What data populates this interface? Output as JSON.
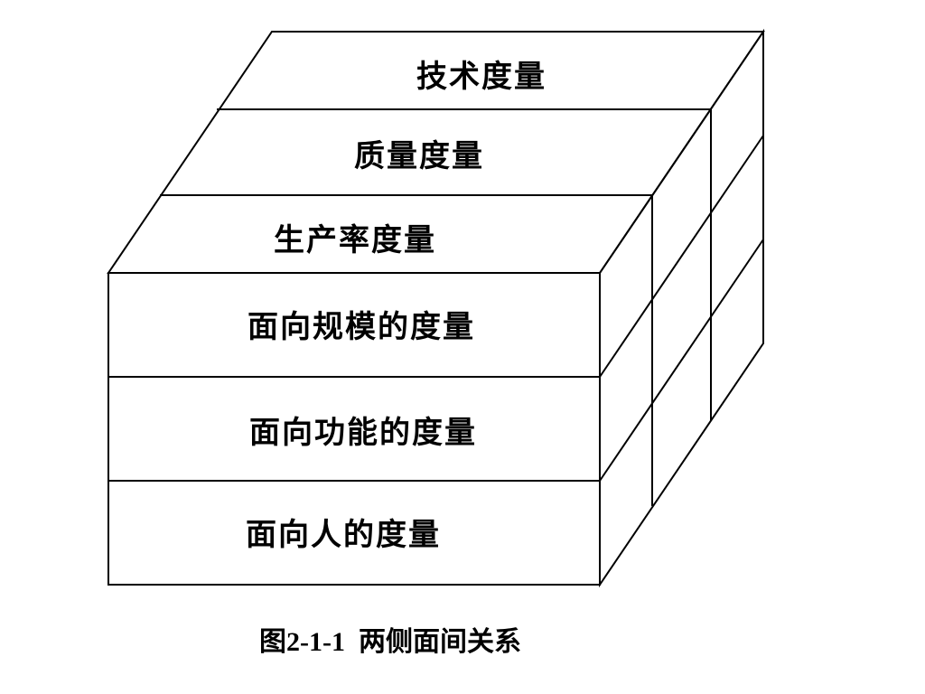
{
  "layers": {
    "top": [
      "技术度量",
      "质量度量",
      "生产率度量"
    ],
    "front": [
      "面向规模的度量",
      "面向功能的度量",
      "面向人的度量"
    ]
  },
  "caption": "图2-1-1  两侧面间关系",
  "colors": {
    "line": "#000000",
    "background": "#ffffff"
  }
}
